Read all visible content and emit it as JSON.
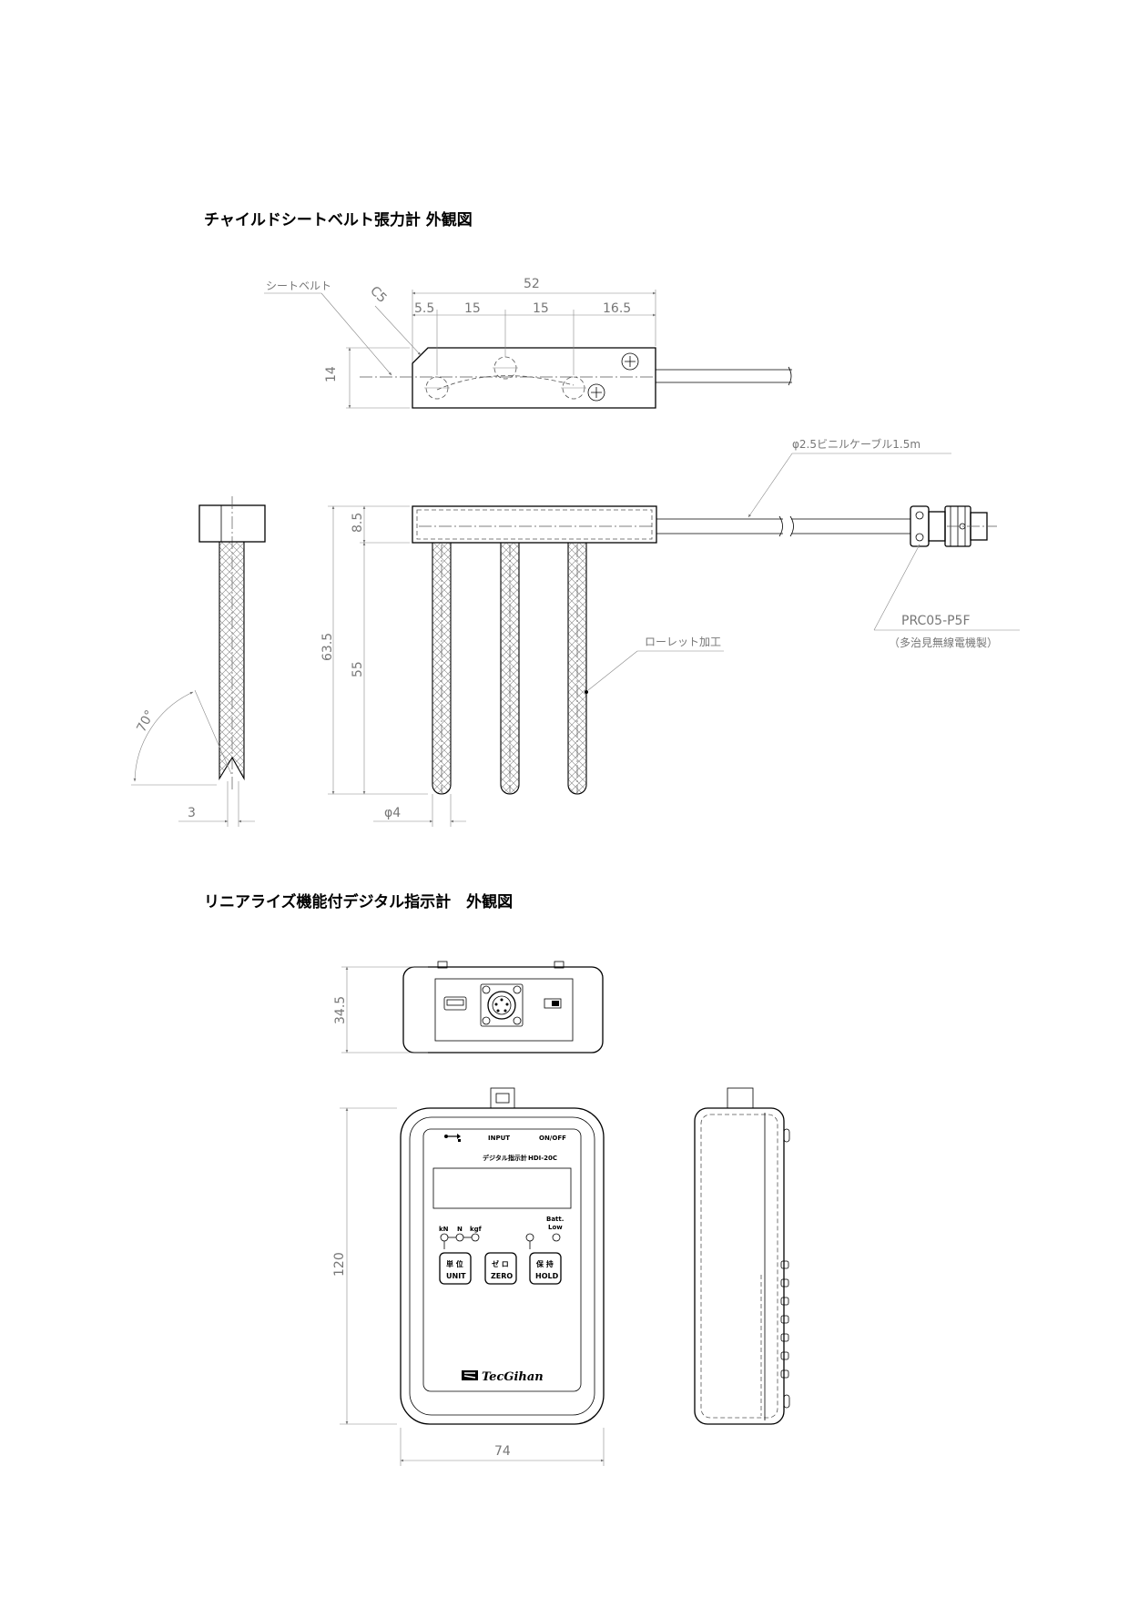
{
  "titles": {
    "sensor": "チャイルドシートベルト張力計 外観図",
    "indicator": "リニアライズ機能付デジタル指示計　外観図"
  },
  "sensor": {
    "dims": {
      "total_width": "52",
      "pitch_a": "5.5",
      "pitch_b": "15",
      "pitch_c": "15",
      "pitch_d": "16.5",
      "chamfer": "C5",
      "height": "14",
      "top_thickness": "8.5",
      "overall_height": "63.5",
      "pin_length": "55",
      "angle": "70°",
      "tip_width": "3",
      "pin_diameter": "φ4"
    },
    "labels": {
      "seatbelt": "シートベルト",
      "cable": "φ2.5ビニルケーブル1.5m",
      "knurl": "ローレット加工",
      "connector": "PRC05-P5F",
      "maker": "（多治見無線電機製）"
    }
  },
  "indicator": {
    "dims": {
      "depth": "34.5",
      "height": "120",
      "width": "74"
    },
    "panel": {
      "input": "INPUT",
      "onoff": "ON/OFF",
      "model_jp": "デジタル指示計",
      "model": "HDI-20C",
      "unit_kn": "kN",
      "unit_n": "N",
      "unit_kgf": "kgf",
      "batt": "Batt.",
      "low": "Low",
      "btn_unit_jp": "単 位",
      "btn_unit": "UNIT",
      "btn_zero_jp": "ゼ ロ",
      "btn_zero": "ZERO",
      "btn_hold_jp": "保 持",
      "btn_hold": "HOLD",
      "brand": "TecGihan"
    }
  }
}
